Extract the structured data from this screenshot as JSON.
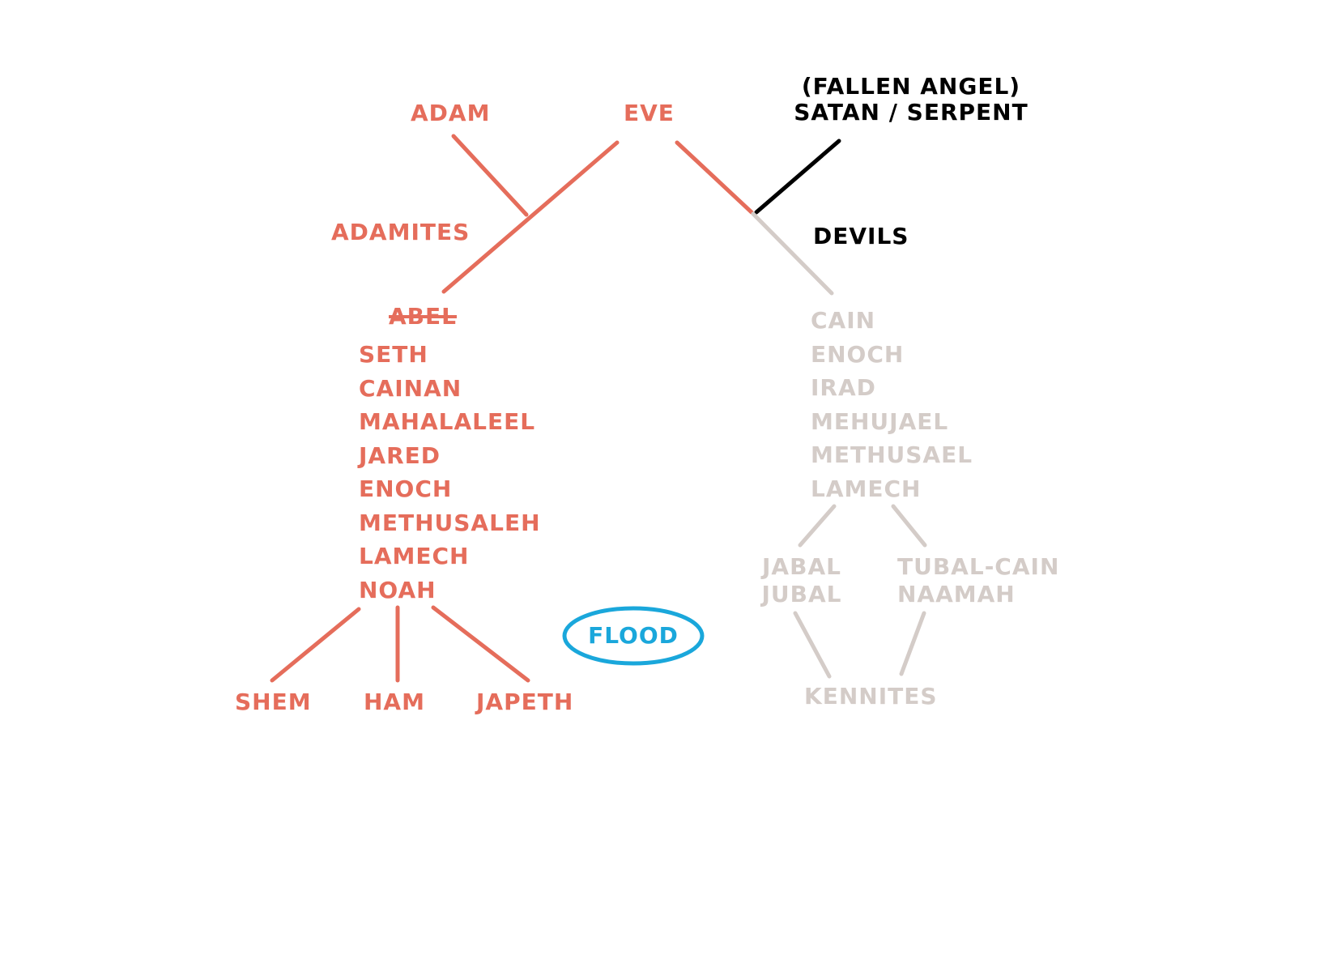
{
  "colors": {
    "line_line": "#e56d5b",
    "gray_line": "#d4ccc8",
    "black": "#000000",
    "flood_blue": "#1aa7db"
  },
  "top": {
    "adam": "ADAM",
    "eve": "EVE",
    "fallen_angel": "(FALLEN ANGEL)",
    "satan_serpent": "SATAN / SERPENT"
  },
  "adamites_label": "ADAMITES",
  "devils_label": "DEVILS",
  "seth_line": {
    "struck": "ABEL",
    "names": [
      "SETH",
      "CAINAN",
      "MAHALALEEL",
      "JARED",
      "ENOCH",
      "METHUSALEH",
      "LAMECH",
      "NOAH"
    ]
  },
  "noah_sons": [
    "SHEM",
    "HAM",
    "JAPETH"
  ],
  "flood_label": "FLOOD",
  "cain_line": {
    "names": [
      "CAIN",
      "ENOCH",
      "IRAD",
      "MEHUJAEL",
      "METHUSAEL",
      "LAMECH"
    ]
  },
  "lamech_children": {
    "left": [
      "JABAL",
      "JUBAL"
    ],
    "right": [
      "TUBAL-CAIN",
      "NAAMAH"
    ]
  },
  "kennites_label": "KENNITES"
}
